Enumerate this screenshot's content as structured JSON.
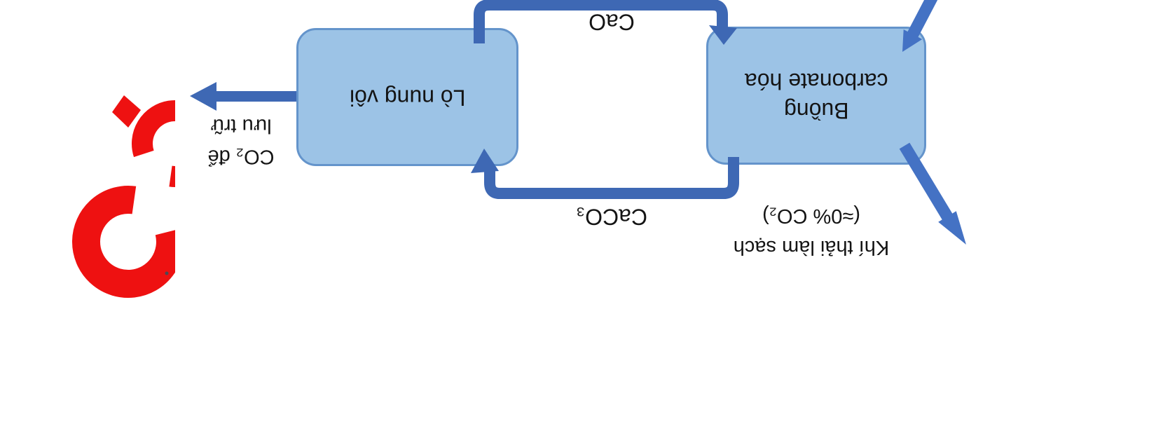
{
  "background": "#ffffff",
  "colors": {
    "background": "#ffffff",
    "node_fill": "#9cc3e6",
    "node_border": "#6494cb",
    "pipe_blue": "#3e68b4",
    "arrow_blue": "#4472c4",
    "text": "#141414",
    "logo_red": "#ee1111"
  },
  "diagram": {
    "type": "flowchart",
    "orientation": "content appears rotated 180°",
    "nodes": [
      {
        "id": "lime-kiln",
        "label": "Lò nung vôi"
      },
      {
        "id": "carbonation-chamber",
        "label": "Buồng\ncarbonate hóa"
      }
    ],
    "edge_labels": [
      {
        "id": "cao",
        "text": "CaO"
      },
      {
        "id": "caco3",
        "text": "CaCO₃"
      }
    ],
    "annotations": [
      {
        "id": "co2-storage",
        "text": "CO₂ để\nlưu trữ"
      },
      {
        "id": "clean-exhaust",
        "text": "Khí thải làm sạch\n(≈0% CO₂)"
      }
    ]
  }
}
